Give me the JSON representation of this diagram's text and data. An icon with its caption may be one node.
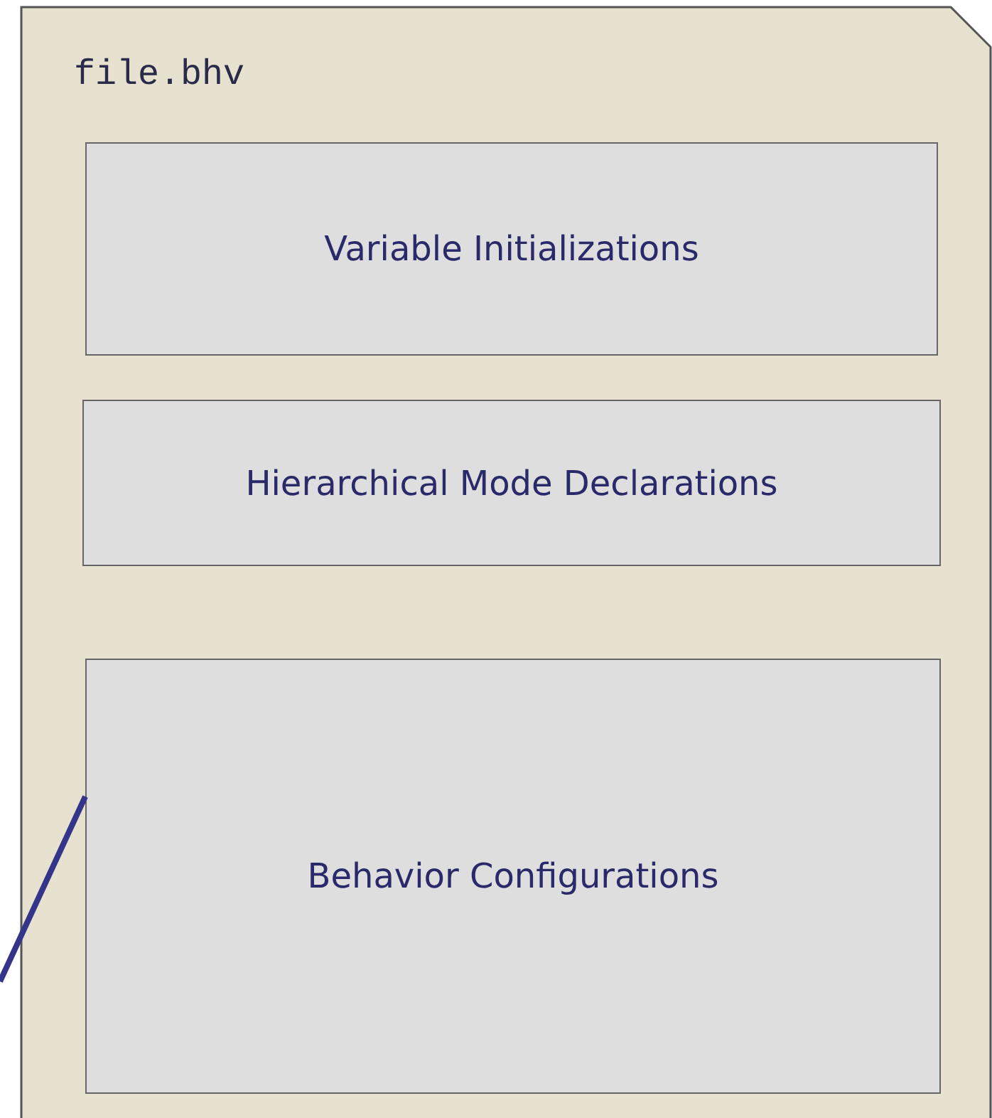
{
  "diagram": {
    "nodes": [
      {
        "text": [
          "file.bhv"
        ]
      },
      {
        "text": [
          "Variable Initializations"
        ],
        "in": 0
      },
      {
        "text": [
          "Hierarchical Mode Declarations"
        ],
        "in": 0
      },
      {
        "text": [
          "Behavior Configurations"
        ],
        "in": 0
      }
    ],
    "edges": [
      {
        "from": null,
        "to": 3,
        "arrow": "none",
        "color": "#34348a"
      }
    ]
  }
}
